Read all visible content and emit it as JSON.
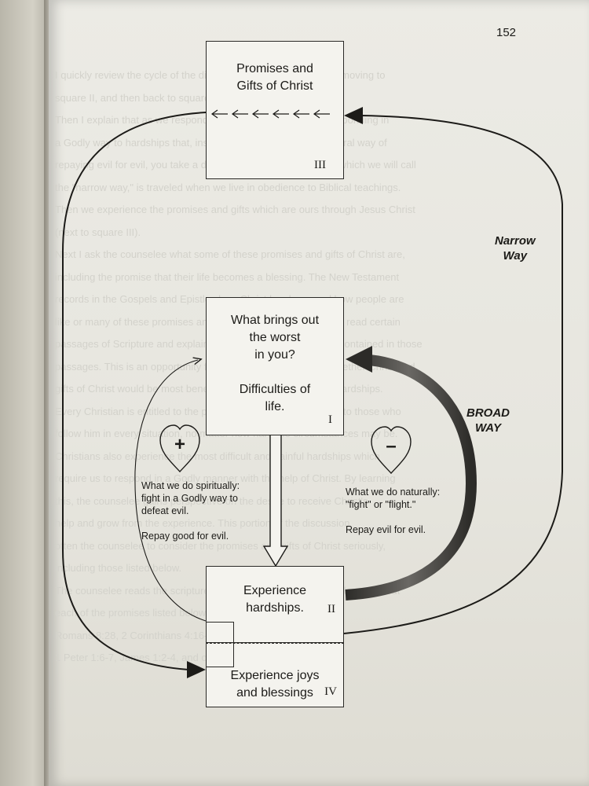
{
  "page_number": "152",
  "background_text": "I quickly review the cycle of the diagram, starting with square I, moving to\nsquare II, and then back to square I.\nThen I explain that as we respond to the difficulties of life by responding in\na Godly way to hardships that, instead of responding in the natural way of\nrepaying evil for evil, you take a different road. The other road, which we will call\nthe \"narrow way,\" is traveled when we live in obedience to Biblical teachings.\nThen we experience the promises and gifts which are ours through Jesus Christ\n(next to square III).\nNext I ask the counselee what some of these promises and gifts of Christ are,\nincluding the promise that their life becomes a blessing. The New Testament\nrecords in the Gospels and Epistles how Christ has been and how people are\nlike or many of these promises and gifts. Therefore, I have them read certain\npassages of Scripture and explain what promises and gifts are contained in those\npassages. This is an opportunity for the counselee to decide whether Christ and\ngifts of Christ would be most beneficial to them in response to hardships.\nEvery Christian is entitled to the promises and gifts Christ gives to those who\nfollow him in every situation, no matter how hard the circumstances may be.\nChristians also experience the most difficult and painful hardships which\nrequire us to respond in a Godly manner with the help of Christ. By learning\nthis, the counselee gains perspective on the desire to receive Christ's\nhelp and grow from the experience. This portion of the discussion\noften the counselee to consider the promises and gifts of Christ seriously,\nincluding those listed below.\nThe counselee reads the scriptures and records what he or she learns about\neach of the promises listed below: they are Matthew 5:3-12,\nRomans 8:28, 2 Corinthians 4:16-18, Philippians 4:13,\n1 Peter 1:6-7, James 1:2-4, and others.",
  "boxes": {
    "promises": {
      "text": "Promises and\nGifts of Christ",
      "numeral": "III"
    },
    "worst": {
      "text": "What brings out\nthe worst\nin you?\n\nDifficulties of\nlife.",
      "numeral": "I"
    },
    "hardships": {
      "text": "Experience\nhardships.",
      "numeral": "II"
    },
    "joys": {
      "text": "Experience joys\nand blessings",
      "numeral": "IV"
    }
  },
  "labels": {
    "narrow_way": "Narrow\nWay",
    "broad_way": "BROAD\nWAY",
    "plus_sign": "+",
    "minus_sign": "–",
    "spiritual_response": "What we do spiritually:\nfight in a Godly way to\ndefeat evil.\n\nRepay good for evil.",
    "natural_response": "What we do naturally:\n\"fight\" or \"flight.\"\n\nRepay evil for evil."
  },
  "colors": {
    "ink": "#1c1b18",
    "broad_arrow": "#444240",
    "paper": "#e9e8e1"
  }
}
